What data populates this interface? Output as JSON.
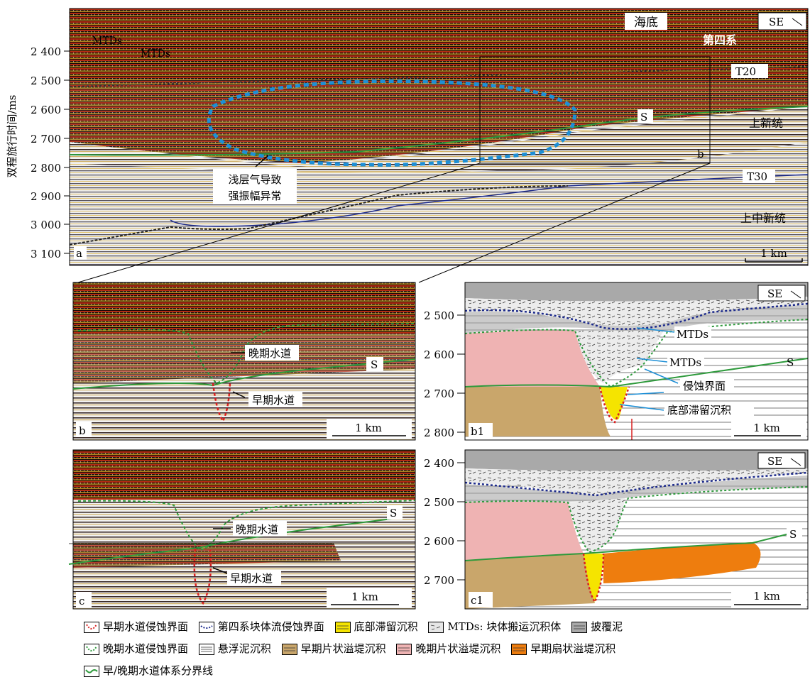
{
  "panel_a": {
    "letter": "a",
    "y_axis_title": "双程旅行时间/ms",
    "y_ticks": [
      "2 400",
      "2 500",
      "2 600",
      "2 700",
      "2 800",
      "2 900",
      "3 000",
      "3 100"
    ],
    "labels": {
      "seafloor": "海底",
      "direction": "SE",
      "mtds_1": "MTDs",
      "mtds_2": "MTDs",
      "quaternary": "第四系",
      "t20": "T20",
      "s": "S",
      "pliocene": "上新统",
      "box_b": "b",
      "t30": "T30",
      "upper_middle_miocene": "上中新统",
      "gas_note_1": "浅层气导致",
      "gas_note_2": "强振幅异常",
      "scale": "1 km"
    }
  },
  "panel_b": {
    "letter": "b",
    "labels": {
      "late_channel": "晚期水道",
      "early_channel": "早期水道",
      "s": "S",
      "scale": "1 km"
    }
  },
  "panel_b1": {
    "letter": "b1",
    "y_ticks": [
      "2 500",
      "2 600",
      "2 700",
      "2 800"
    ],
    "labels": {
      "direction": "SE",
      "mtds_1": "MTDs",
      "mtds_2": "MTDs",
      "s": "S",
      "erosion_surface": "侵蚀界面",
      "basal_lag": "底部滞留沉积",
      "scale": "1 km"
    }
  },
  "panel_c": {
    "letter": "c",
    "labels": {
      "late_channel": "晚期水道",
      "early_channel": "早期水道",
      "s": "S",
      "scale": "1 km"
    }
  },
  "panel_c1": {
    "letter": "c1",
    "y_ticks": [
      "2 400",
      "2 500",
      "2 600",
      "2 700"
    ],
    "labels": {
      "direction": "SE",
      "s": "S",
      "scale": "1 km"
    }
  },
  "legend": [
    [
      {
        "label": "早期水道侵蚀界面",
        "icon": "red-dotted-curve"
      },
      {
        "label": "第四系块体流侵蚀界面",
        "icon": "blue-dotted-curve"
      },
      {
        "label": "底部滞留沉积",
        "icon": "yellow-box"
      },
      {
        "label": "MTDs: 块体搬运沉积体",
        "icon": "mtd-box"
      },
      {
        "label": "披覆泥",
        "icon": "gray-box"
      }
    ],
    [
      {
        "label": "晚期水道侵蚀界面",
        "icon": "green-dotted-curve"
      },
      {
        "label": "悬浮泥沉积",
        "icon": "white-box"
      },
      {
        "label": "早期片状溢堤沉积",
        "icon": "tan-box"
      },
      {
        "label": "晚期片状溢堤沉积",
        "icon": "pink-box"
      },
      {
        "label": "早期扇状溢堤沉积",
        "icon": "orange-box"
      }
    ],
    [
      {
        "label": "早/晚期水道体系分界线",
        "icon": "green-line"
      }
    ]
  ],
  "colors": {
    "seismic_dark": "#1a0a08",
    "seismic_red": "#b52a12",
    "seismic_yellow": "#e6b428",
    "green_horizon": "#2e9a3c",
    "blue_dotted": "#1d8fd6",
    "navy_dotted": "#1c2a8c",
    "basal_lag": "#f5e400",
    "drape": "#a9a9a9",
    "mtd_fill": "#e6e6e6",
    "early_levee": "#c9a66b",
    "late_levee": "#efb3b3",
    "early_fan_levee": "#ee7d0e"
  }
}
